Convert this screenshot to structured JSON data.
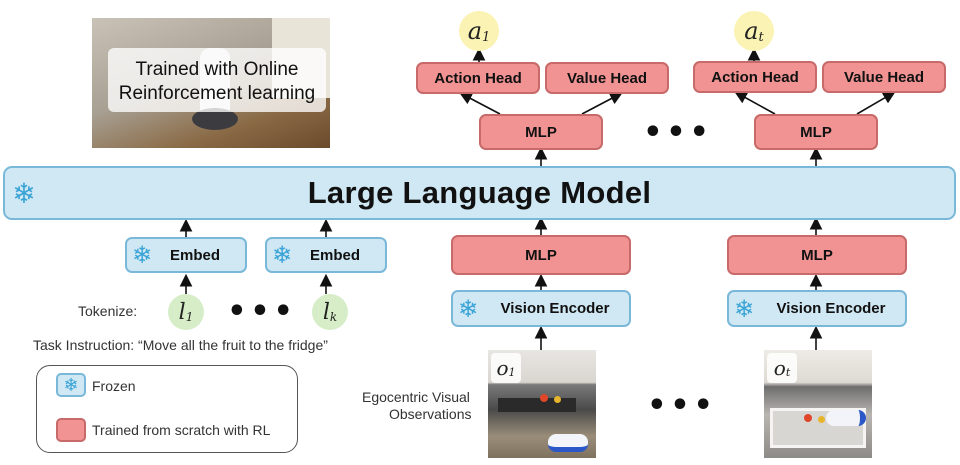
{
  "inset": {
    "caption_line1": "Trained with Online",
    "caption_line2": "Reinforcement learning"
  },
  "llm": {
    "label": "Large Language Model"
  },
  "outputs": [
    {
      "symbol": "a",
      "sub": "1",
      "action_head": "Action Head",
      "value_head": "Value Head",
      "mlp": "MLP"
    },
    {
      "symbol": "a",
      "sub": "t",
      "action_head": "Action Head",
      "value_head": "Value Head",
      "mlp": "MLP"
    }
  ],
  "embed": [
    {
      "label": "Embed"
    },
    {
      "label": "Embed"
    }
  ],
  "vision": [
    {
      "mlp": "MLP",
      "encoder": "Vision Encoder",
      "obs_symbol": "o",
      "obs_sub": "1"
    },
    {
      "mlp": "MLP",
      "encoder": "Vision Encoder",
      "obs_symbol": "o",
      "obs_sub": "t"
    }
  ],
  "tokens": [
    {
      "symbol": "l",
      "sub": "1"
    },
    {
      "symbol": "l",
      "sub": "k"
    }
  ],
  "tokenize_label": "Tokenize:",
  "task_instruction": "Task Instruction:  “Move all the fruit to the fridge”",
  "observations_label_line1": "Egocentric Visual",
  "observations_label_line2": "Observations",
  "legend": [
    {
      "label": "Frozen",
      "icon": "snowflake-icon"
    },
    {
      "label": "Trained from scratch with RL",
      "icon": "red-swatch"
    }
  ],
  "ellipsis": "•••",
  "snowflake": "❄",
  "colors": {
    "frozen_fill": "#cfe8f3",
    "frozen_border": "#7ab8d9",
    "trained_fill": "#f19393",
    "trained_border": "#c86a6a",
    "action_bubble": "#fbf3b4",
    "token_bubble": "#d6edc7"
  }
}
